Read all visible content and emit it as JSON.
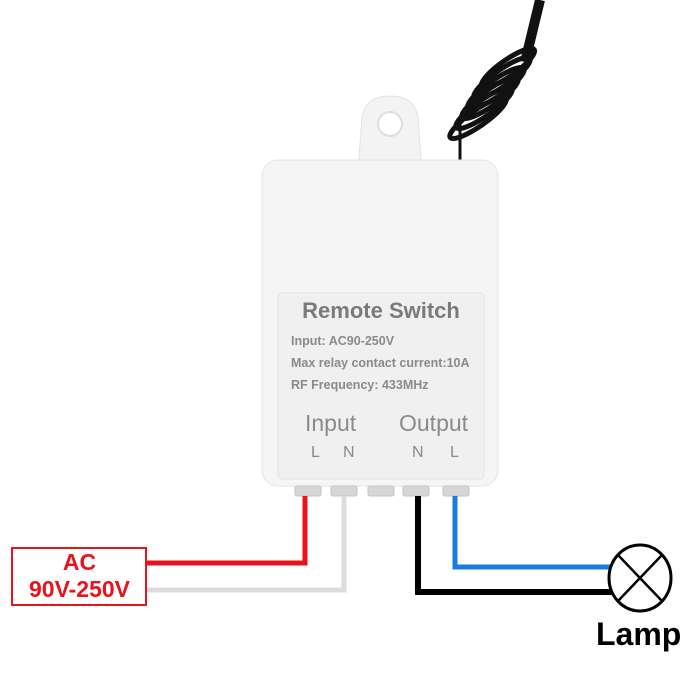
{
  "device": {
    "title": "Remote Switch",
    "specs": [
      "Input: AC90-250V",
      "Max relay contact current:10A",
      "RF Frequency: 433MHz"
    ],
    "input_label": "Input",
    "output_label": "Output",
    "input_pins": [
      "L",
      "N"
    ],
    "output_pins": [
      "N",
      "L"
    ]
  },
  "power_source": {
    "line1": "AC",
    "line2": "90V-250V"
  },
  "load": {
    "label": "Lamp"
  },
  "colors": {
    "live_in": "#e8131b",
    "neutral_in": "#dcdcdc",
    "neutral_out": "#000000",
    "live_out": "#1a7be0",
    "label_text": "#8a8a8a"
  }
}
